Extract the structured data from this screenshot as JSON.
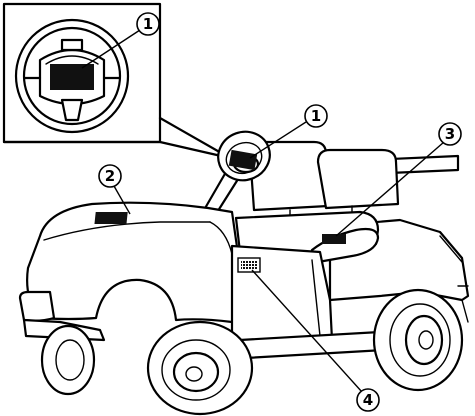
{
  "callouts": [
    {
      "id": "callout-1-inset",
      "text": "1"
    },
    {
      "id": "callout-1-main",
      "text": "1"
    },
    {
      "id": "callout-2",
      "text": "2"
    },
    {
      "id": "callout-3",
      "text": "3"
    },
    {
      "id": "callout-4",
      "text": "4"
    }
  ]
}
